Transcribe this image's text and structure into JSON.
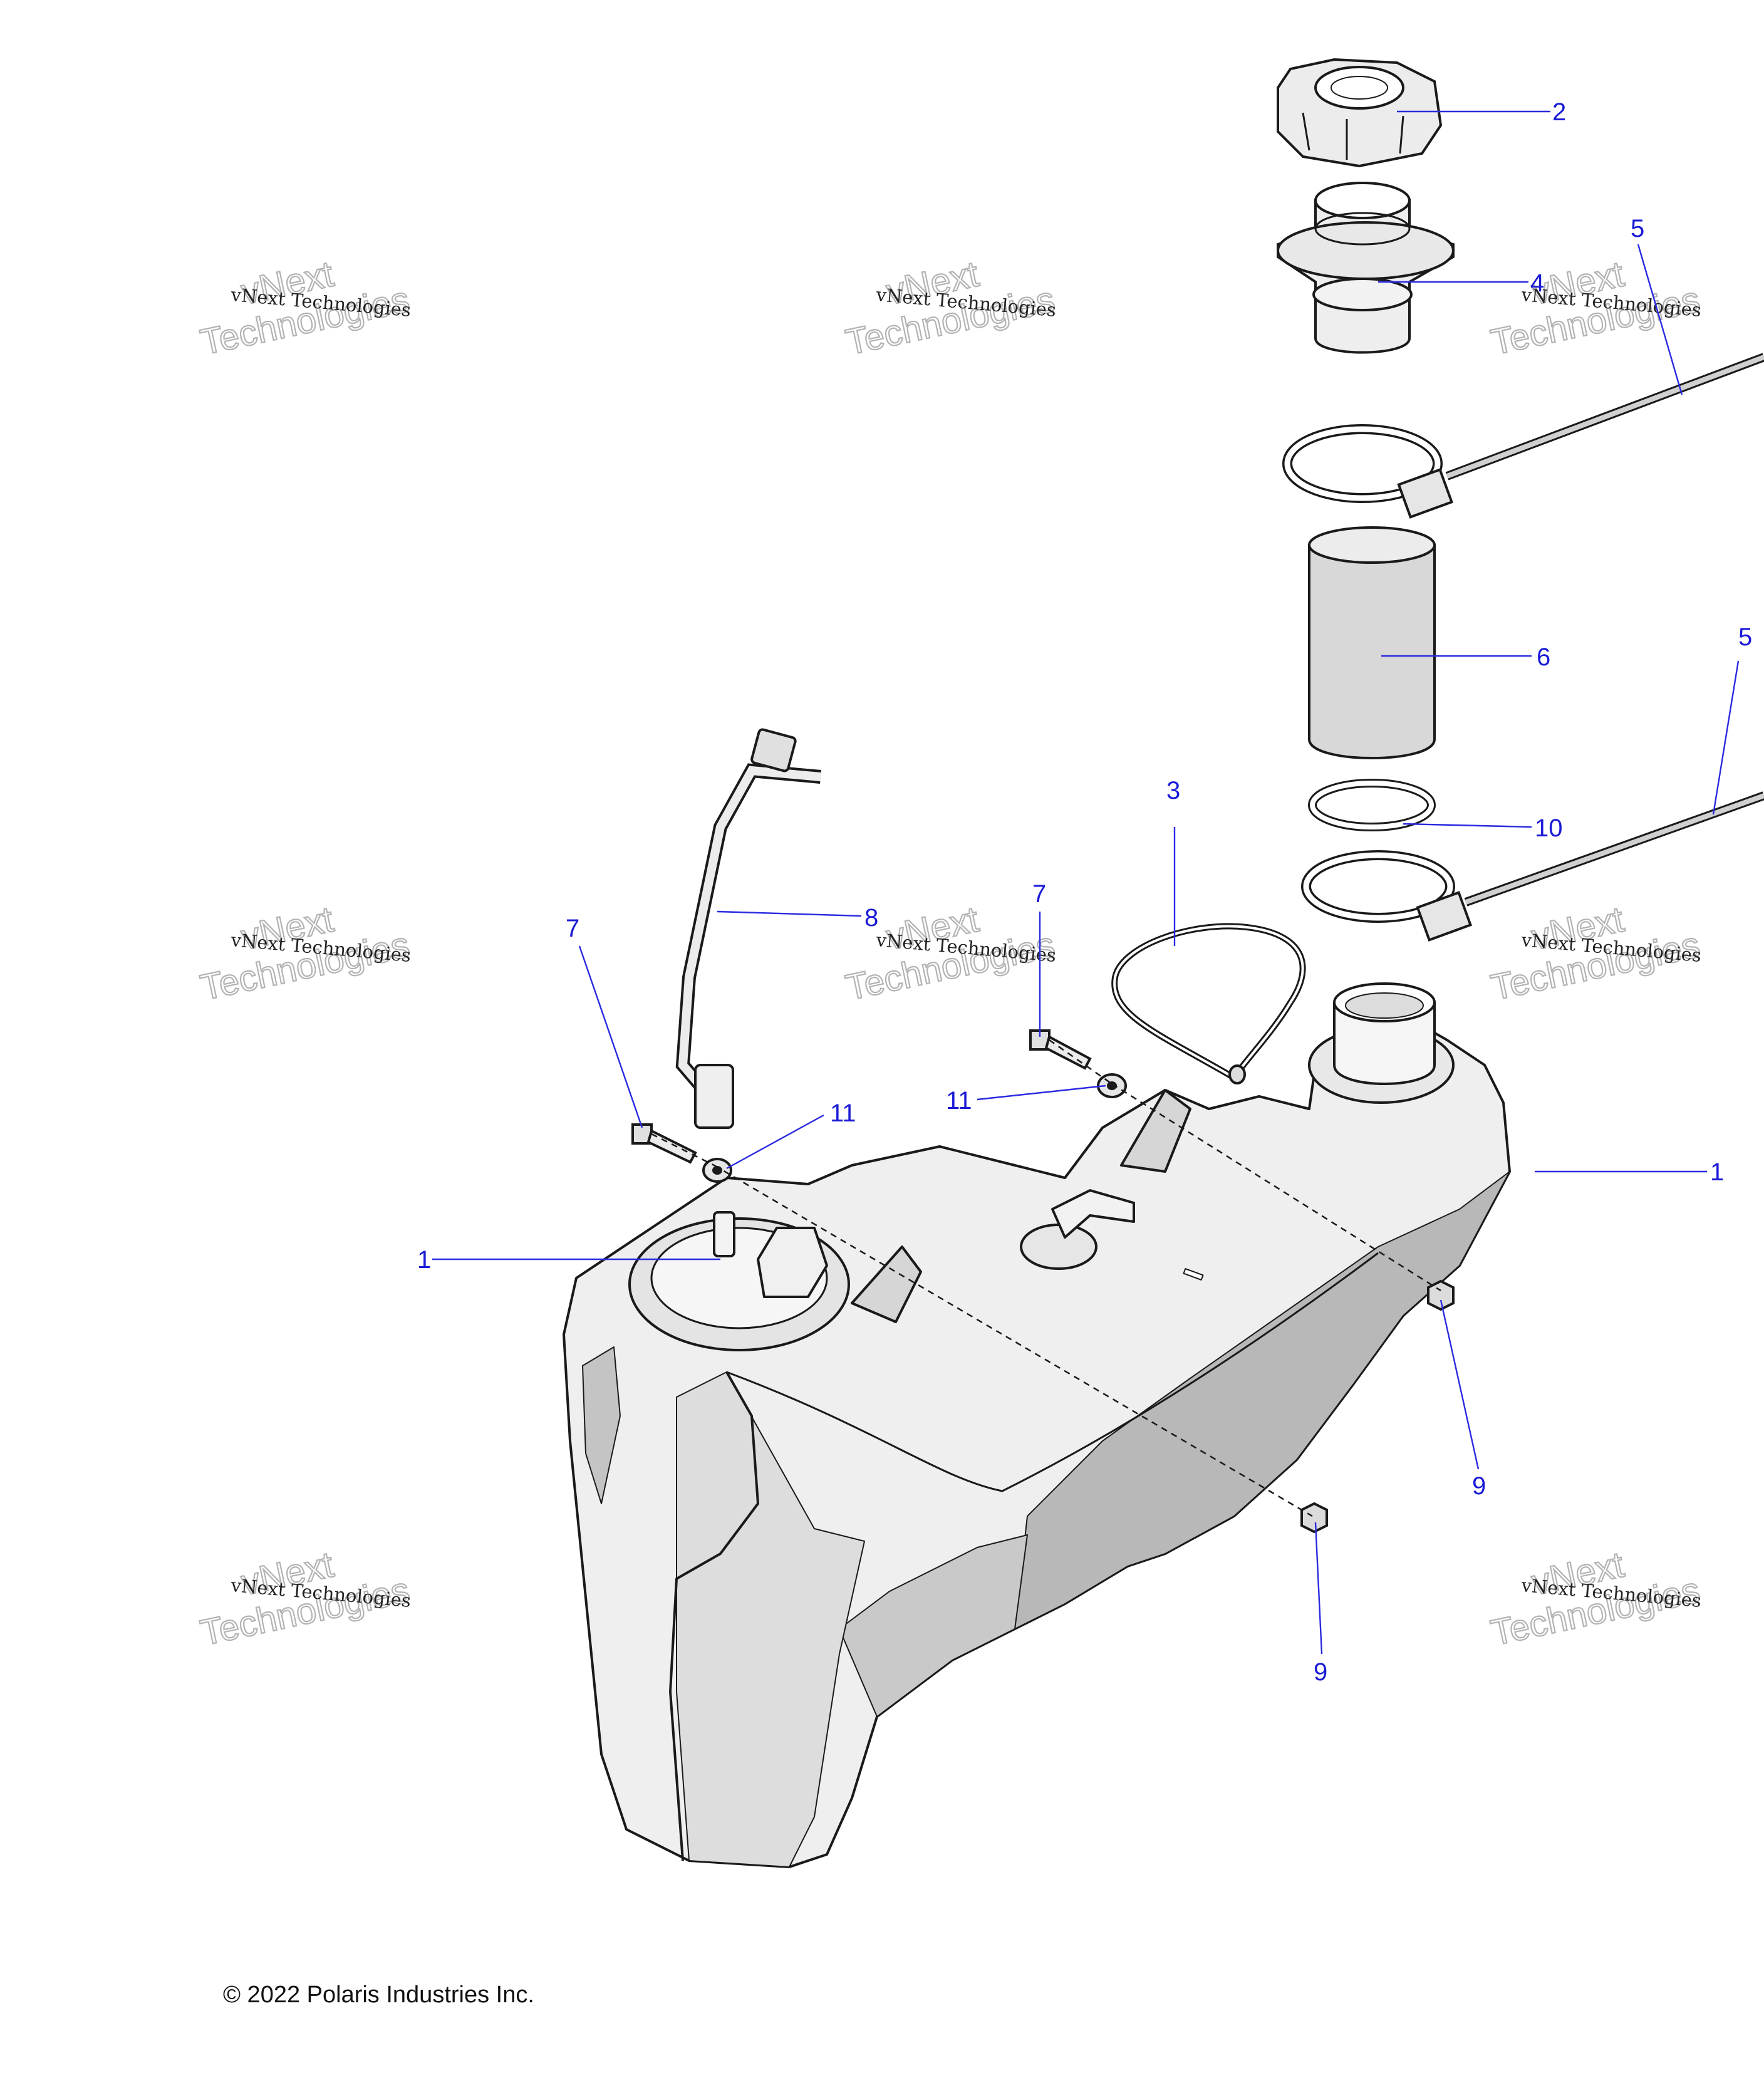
{
  "copyright": "© 2022 Polaris Industries Inc.",
  "watermark": {
    "line1": "vNext",
    "line2": "Technologies",
    "small": "vNext Technologies"
  },
  "callouts": [
    {
      "id": "c1a",
      "label": "1"
    },
    {
      "id": "c1b",
      "label": "1"
    },
    {
      "id": "c2",
      "label": "2"
    },
    {
      "id": "c3",
      "label": "3"
    },
    {
      "id": "c4",
      "label": "4"
    },
    {
      "id": "c5a",
      "label": "5"
    },
    {
      "id": "c5b",
      "label": "5"
    },
    {
      "id": "c6",
      "label": "6"
    },
    {
      "id": "c7a",
      "label": "7"
    },
    {
      "id": "c7b",
      "label": "7"
    },
    {
      "id": "c8",
      "label": "8"
    },
    {
      "id": "c9a",
      "label": "9"
    },
    {
      "id": "c9b",
      "label": "9"
    },
    {
      "id": "c10",
      "label": "10"
    },
    {
      "id": "c11a",
      "label": "11"
    },
    {
      "id": "c11b",
      "label": "11"
    }
  ],
  "colors": {
    "callout": "#1a1ad6",
    "part_outline": "#1a1a1a",
    "part_fill": "#eeeeee",
    "part_shadow": "#b5b5b5"
  }
}
